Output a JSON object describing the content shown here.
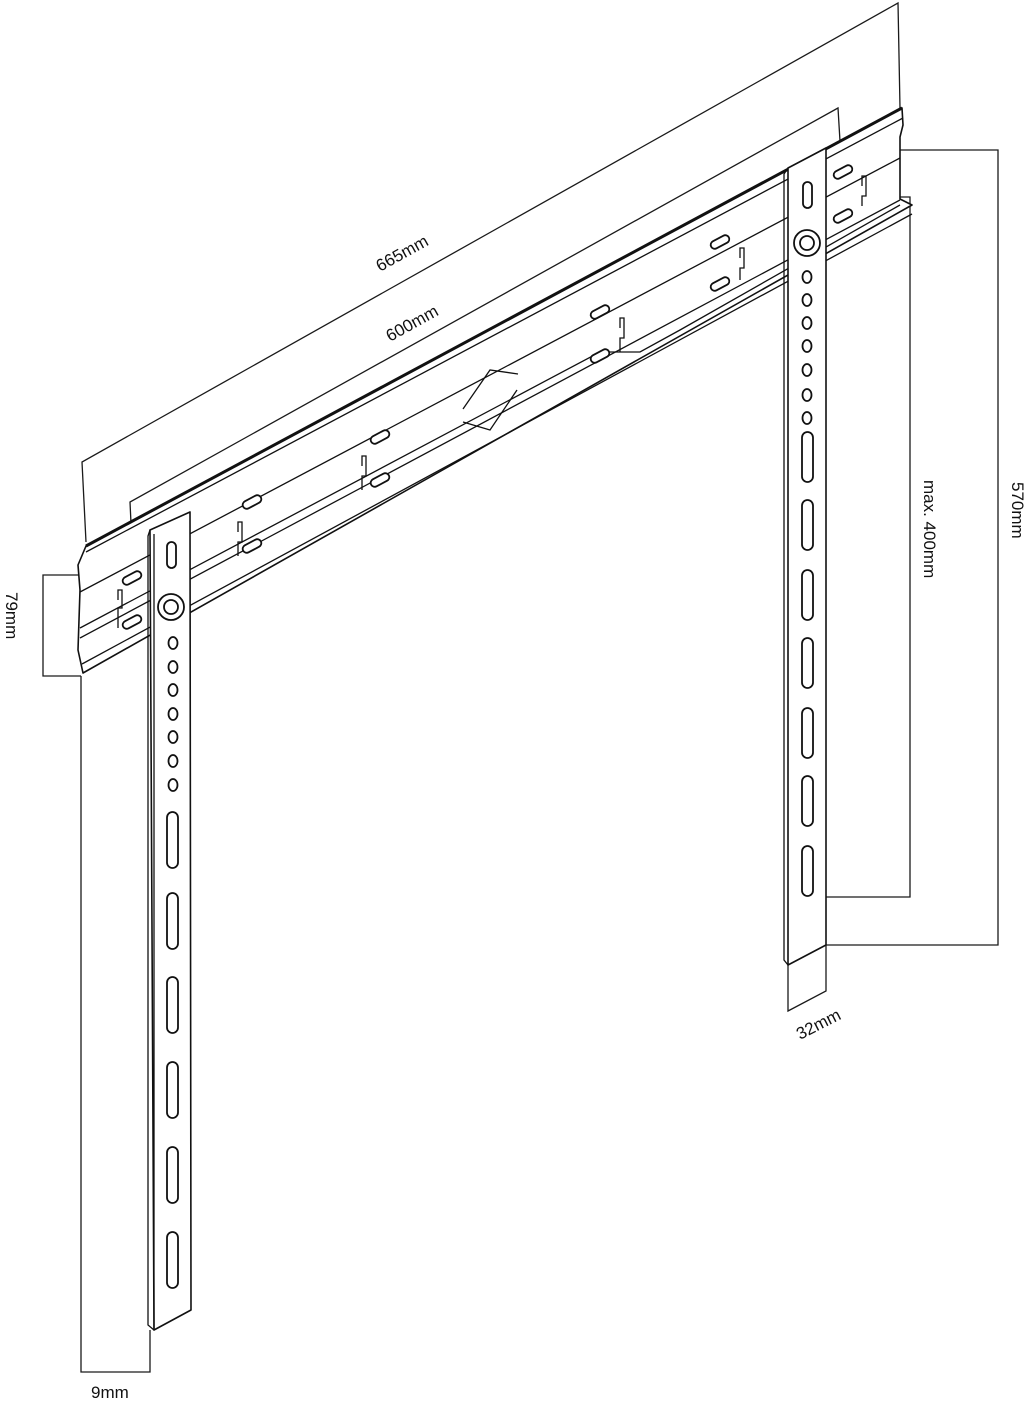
{
  "diagram": {
    "subject": "TV wall mount bracket",
    "colors": {
      "line": "#111111",
      "background": "#ffffff"
    },
    "dimensions": {
      "overall_width": "665mm",
      "hole_spacing_width": "600mm",
      "rail_height": "79mm",
      "arm_height": "570mm",
      "max_vertical_hole_spacing": "max. 400mm",
      "arm_width": "32mm",
      "wall_depth": "9mm"
    },
    "components": {
      "wall_rail": "wall-rail",
      "left_arm": "left-vertical-arm",
      "right_arm": "right-vertical-arm"
    }
  }
}
